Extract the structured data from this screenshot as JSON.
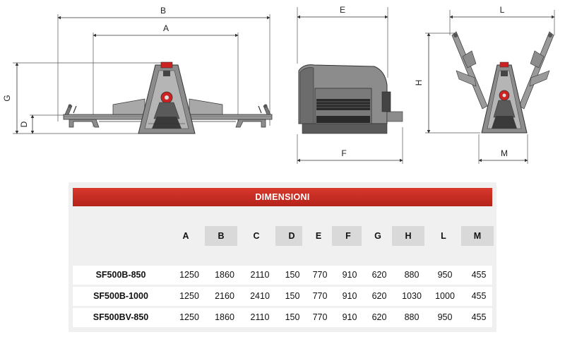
{
  "drawings": {
    "side_view_labels": [
      "B",
      "A",
      "G",
      "D"
    ],
    "front_view_labels": [
      "E",
      "F"
    ],
    "end_view_labels": [
      "L",
      "H",
      "M"
    ]
  },
  "table": {
    "title": "DIMENSIONI",
    "columns": [
      "A",
      "B",
      "C",
      "D",
      "E",
      "F",
      "G",
      "H",
      "L",
      "M"
    ],
    "rows": [
      {
        "model": "SF500B-850",
        "values": [
          "1250",
          "1860",
          "2110",
          "150",
          "770",
          "910",
          "620",
          "880",
          "950",
          "455"
        ]
      },
      {
        "model": "SF500B-1000",
        "values": [
          "1250",
          "2160",
          "2410",
          "150",
          "770",
          "910",
          "620",
          "1030",
          "1000",
          "455"
        ]
      },
      {
        "model": "SF500BV-850",
        "values": [
          "1250",
          "1860",
          "2110",
          "150",
          "770",
          "910",
          "620",
          "880",
          "950",
          "455"
        ]
      }
    ]
  },
  "colors": {
    "title_bar": "#c32a1f",
    "panel_bg": "#f0f0f0",
    "header_dark": "#d9d9d9",
    "machine_body": "#8c8c8c",
    "machine_dark": "#3a3a3a",
    "accent_red": "#cc2222"
  }
}
